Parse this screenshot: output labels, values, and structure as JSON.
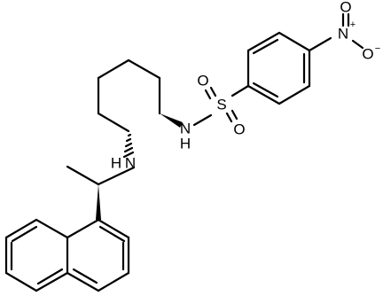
{
  "molecule": {
    "atoms": {
      "sulfur": "S",
      "sulfonyl_oxygen_top": "O",
      "sulfonyl_oxygen_bottom": "O",
      "sulfonamide_nitrogen": "N",
      "sulfonamide_hydrogen": "H",
      "amine_nitrogen": "N",
      "amine_hydrogen": "H",
      "nitro_nitrogen": "N",
      "nitro_nitrogen_charge": "+",
      "nitro_oxygen_top": "O",
      "nitro_oxygen_bottom": "O",
      "nitro_oxygen_charge": "−"
    }
  }
}
